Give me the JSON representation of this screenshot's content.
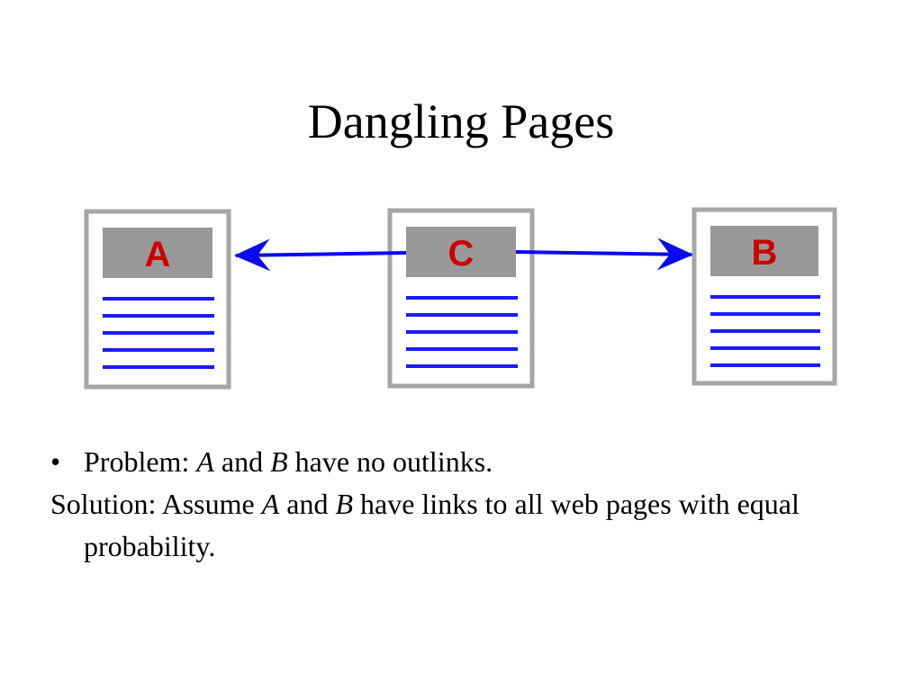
{
  "title": "Dangling Pages",
  "pages": [
    {
      "id": "A",
      "label": "A"
    },
    {
      "id": "C",
      "label": "C"
    },
    {
      "id": "B",
      "label": "B"
    }
  ],
  "links": [
    {
      "from": "C",
      "to": "A"
    },
    {
      "from": "C",
      "to": "B"
    }
  ],
  "colors": {
    "page_border": "#a6a6a6",
    "header_fill": "#999999",
    "label": "#cc0000",
    "lines": "#1a1aff",
    "arrows": "#0a0aee"
  },
  "problem": {
    "bullet": "•",
    "prefix": "Problem: ",
    "a": "A",
    "and": " and ",
    "b": "B",
    "suffix": " have no outlinks."
  },
  "solution": {
    "prefix": "Solution: Assume ",
    "a": "A",
    "and": " and ",
    "b": "B",
    "suffix": " have links to all web pages with equal probability."
  }
}
